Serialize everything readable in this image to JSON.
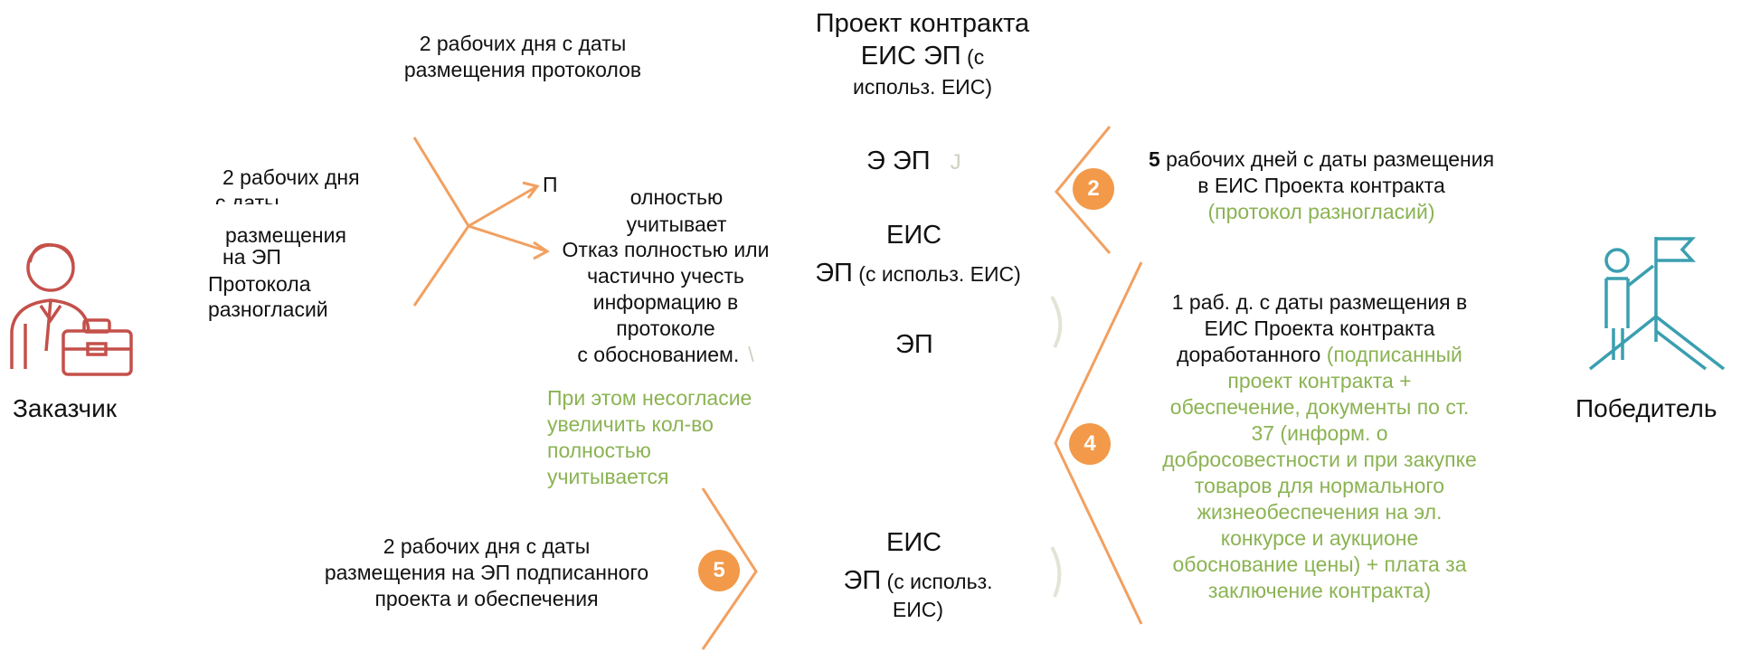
{
  "actors": {
    "customer": "Заказчик",
    "winner": "Победитель"
  },
  "top": {
    "left_note": [
      "2 рабочих дня с даты",
      "размещения протоколов"
    ],
    "center_title": [
      "Проект контракта",
      "ЕИС ЭП",
      " (с",
      "использ. ЕИС)"
    ],
    "center_mid": "Э ЭП",
    "center_mid_mark": "J"
  },
  "step2": {
    "badge": "2",
    "number": "5",
    "text_black": [
      " рабочих дней с даты размещения",
      "в ЕИС Проекта контракта"
    ],
    "text_green": "(протокол разногласий)"
  },
  "left_block": {
    "lines": [
      "2 рабочих дня",
      "с даты",
      "размещения",
      "на ЭП",
      "Протокола",
      "разногласий"
    ],
    "arrow_mark": "П"
  },
  "middle_block": {
    "frag1": "олностью",
    "frag2": "учитывает",
    "lines": [
      "Отказ полностью или",
      "частично учесть",
      "информацию в",
      "протоколе",
      "с обоснованием."
    ],
    "slash": "\\",
    "green_lines": [
      "При этом несогласие",
      "увеличить кол-во",
      "полностью",
      "учитывается"
    ]
  },
  "center_col": {
    "eis1": "ЕИС",
    "ep1": "ЭП (с использ. ЕИС)",
    "ep2": "ЭП",
    "eis2": "ЕИС",
    "ep3": "ЭП",
    "ep3_suffix": " (с использ.",
    "ep3_line2": "ЕИС)"
  },
  "step4": {
    "badge": "4",
    "black_lines": [
      "1 раб. д. с даты размещения в",
      "ЕИС Проекта контракта",
      "доработанного "
    ],
    "green_first": "(подписанный",
    "green_lines": [
      "проект контракта +",
      "обеспечение, документы по ст.",
      "37 (информ. о",
      "добросовестности и при закупке",
      "товаров для нормального",
      "жизнеобеспечения на эл.",
      "конкурсе и аукционе",
      "обоснование цены) + плата за",
      "заключение контракта)"
    ]
  },
  "step5": {
    "badge": "5",
    "lines": [
      "2 рабочих дня с даты",
      "размещения на ЭП подписанного",
      "проекта и обеспечения"
    ]
  },
  "colors": {
    "accent_orange": "#f29a4a",
    "green_text": "#8bb353",
    "customer_icon": "#c4504a",
    "winner_icon": "#3a9fb0"
  }
}
